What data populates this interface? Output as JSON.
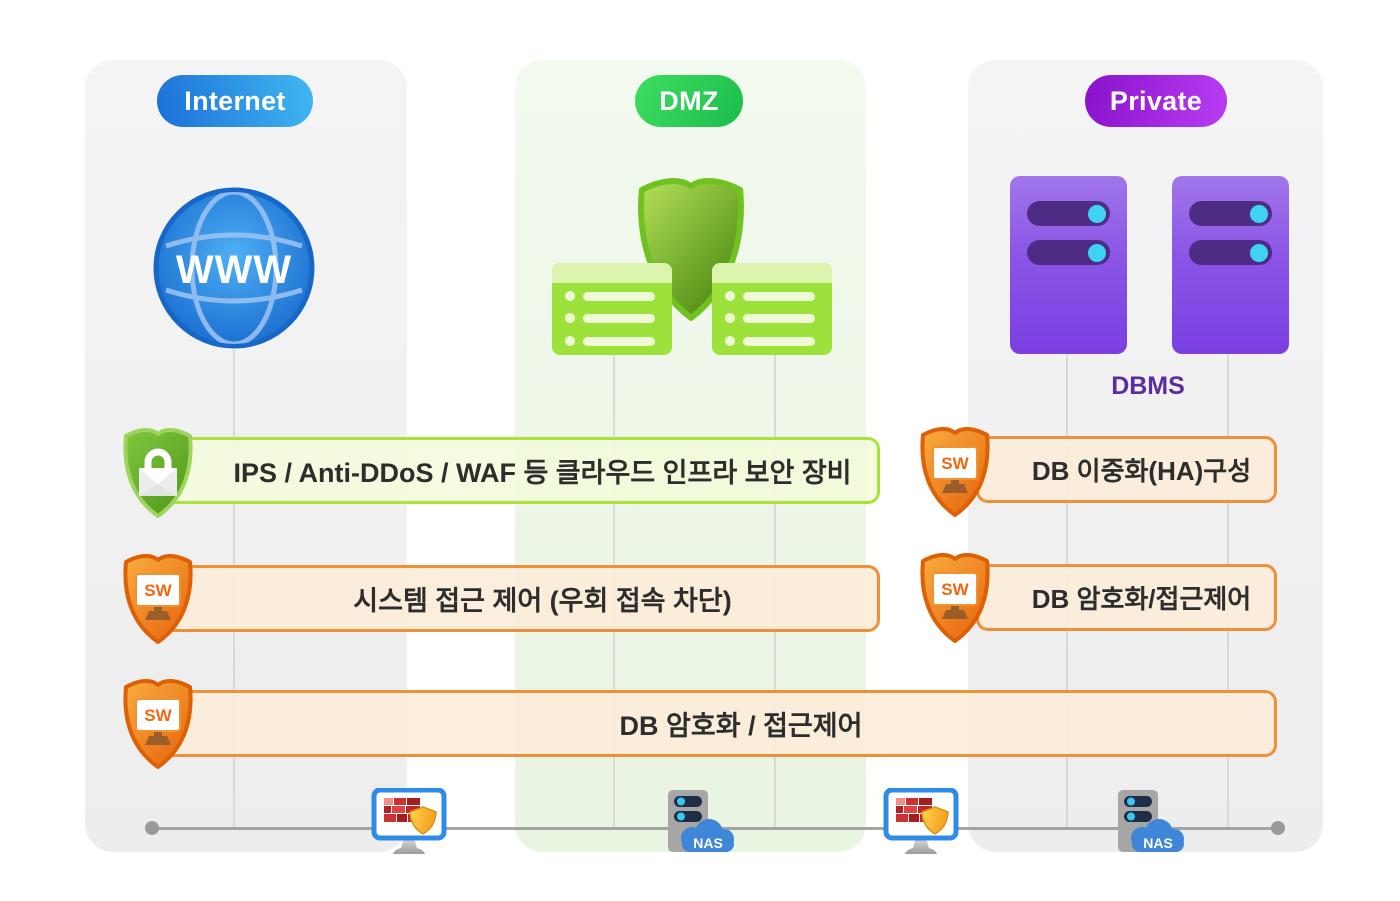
{
  "zones": {
    "internet": "Internet",
    "dmz": "DMZ",
    "private": "Private"
  },
  "labels": {
    "www": "WWW",
    "dbms": "DBMS",
    "sw": "SW",
    "nas": "NAS"
  },
  "bars": {
    "ips": "IPS / Anti-DDoS / WAF 등 클라우드 인프라 보안 장비",
    "system_access": "시스템 접근 제어 (우회 접속 차단)",
    "db_wide": "DB 암호화 / 접근제어",
    "db_ha": "DB 이중화(HA)구성",
    "db_right": "DB 암호화/접근제어"
  },
  "colors": {
    "internet_accent": "#1b74dc",
    "dmz_accent": "#21c24e",
    "private_accent": "#9a1fd6",
    "bar_green_border": "#a8e33f",
    "bar_orange_border": "#ef8f3a",
    "connector_line": "#a3a3a3"
  }
}
